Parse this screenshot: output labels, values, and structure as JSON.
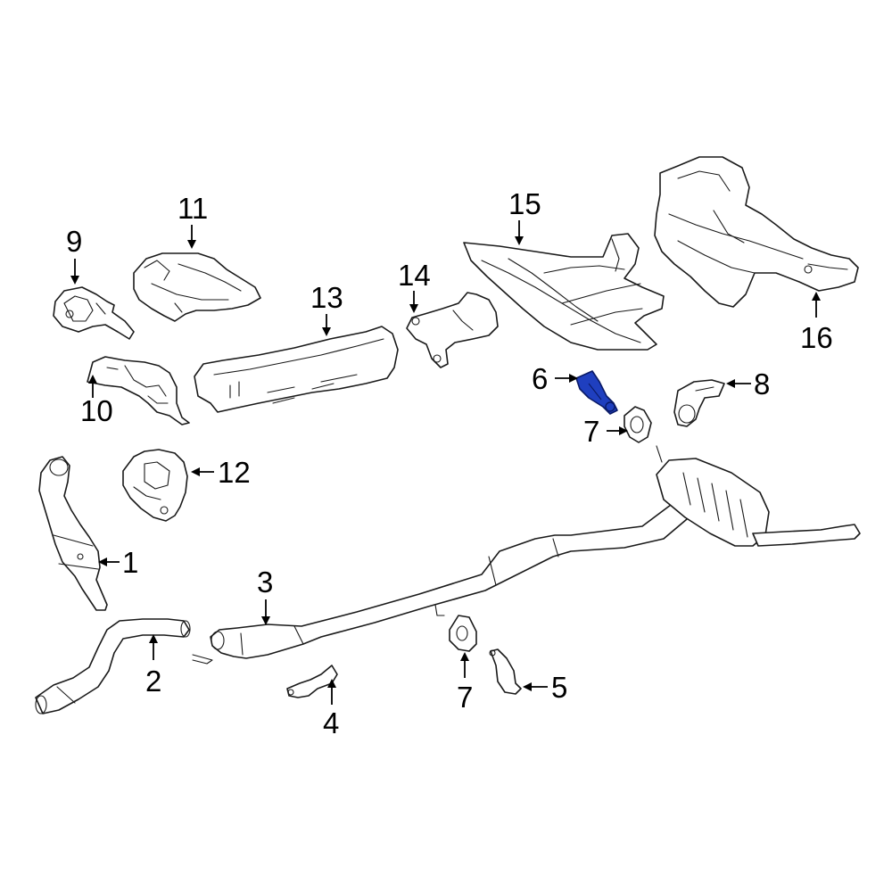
{
  "diagram": {
    "highlight_color": "#1f3fbf",
    "line_color": "#1a1a1a",
    "callouts": [
      {
        "id": "c1",
        "label": "1"
      },
      {
        "id": "c2",
        "label": "2"
      },
      {
        "id": "c3",
        "label": "3"
      },
      {
        "id": "c4",
        "label": "4"
      },
      {
        "id": "c5",
        "label": "5"
      },
      {
        "id": "c6",
        "label": "6",
        "highlighted": true
      },
      {
        "id": "c7a",
        "label": "7"
      },
      {
        "id": "c7b",
        "label": "7"
      },
      {
        "id": "c8",
        "label": "8"
      },
      {
        "id": "c9",
        "label": "9"
      },
      {
        "id": "c10",
        "label": "10"
      },
      {
        "id": "c11",
        "label": "11"
      },
      {
        "id": "c12",
        "label": "12"
      },
      {
        "id": "c13",
        "label": "13"
      },
      {
        "id": "c14",
        "label": "14"
      },
      {
        "id": "c15",
        "label": "15"
      },
      {
        "id": "c16",
        "label": "16"
      }
    ]
  }
}
